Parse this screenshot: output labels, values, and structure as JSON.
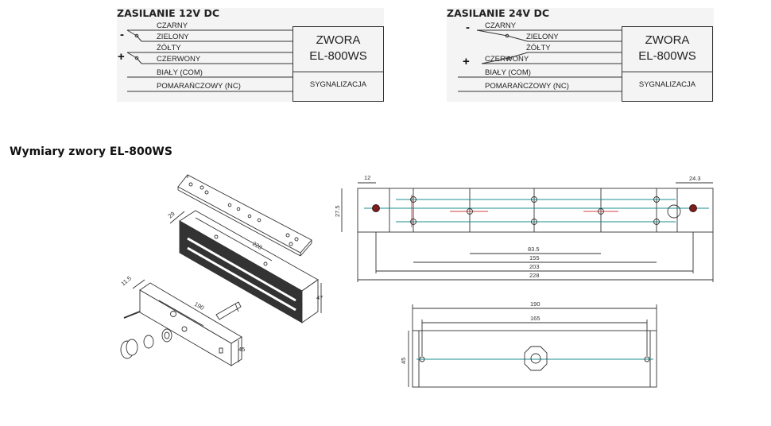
{
  "wiring_12v": {
    "title": "ZASILANIE 12V DC",
    "wires": [
      "CZARNY",
      "ZIELONY",
      "ŻÓŁTY",
      "CZERWONY",
      "BIAŁY (COM)",
      "POMARAŃCZOWY (NC)"
    ],
    "minus": "-",
    "plus": "+",
    "box_line1": "ZWORA",
    "box_line2": "EL-800WS",
    "box_signal": "SYGNALIZACJA"
  },
  "wiring_24v": {
    "title": "ZASILANIE 24V DC",
    "wires": [
      "CZARNY",
      "ZIELONY",
      "ŻÓŁTY",
      "CZERWONY",
      "BIAŁY (COM)",
      "POMARAŃCZOWY (NC)"
    ],
    "minus": "-",
    "plus": "+",
    "box_line1": "ZWORA",
    "box_line2": "EL-800WS",
    "box_signal": "SYGNALIZACJA"
  },
  "dimensions_heading": "Wymiary zwory EL-800WS",
  "iso_dims": {
    "d29": "29",
    "d228": "228",
    "d47": "47",
    "d11_5": "11.5",
    "d190": "190",
    "d45": "45"
  },
  "top_dims": {
    "d12": "12",
    "d24_3": "24.3",
    "d27_5": "27.5",
    "d83_5": "83.5",
    "d155": "155",
    "d203": "203",
    "d228": "228"
  },
  "plate_dims": {
    "d190": "190",
    "d165": "165",
    "d45": "45"
  }
}
